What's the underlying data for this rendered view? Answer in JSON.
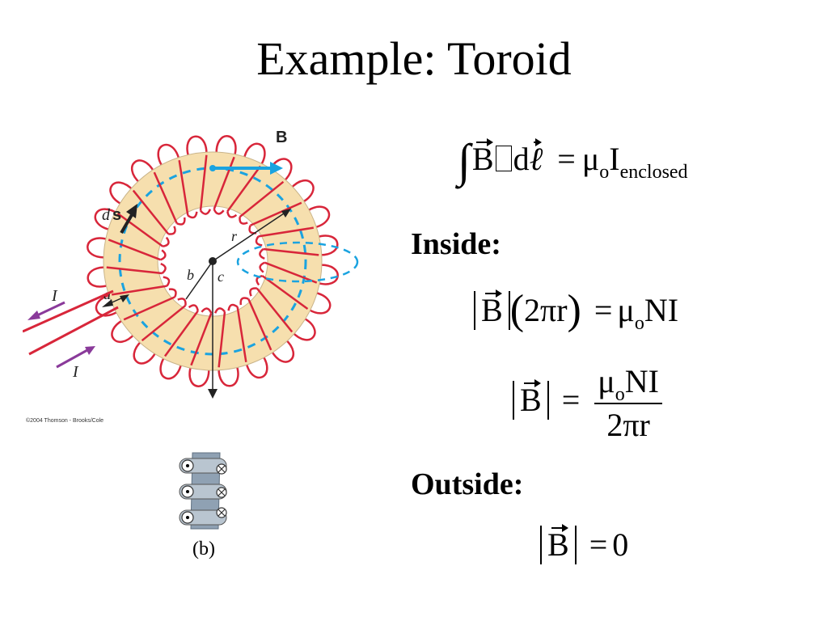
{
  "slide": {
    "title": "Example:  Toroid"
  },
  "figure_a": {
    "labels": {
      "B": "B",
      "ds_d": "d",
      "ds_s": "s",
      "r": "r",
      "a": "a",
      "b": "b",
      "c": "c",
      "I_in": "I",
      "I_out": "I"
    },
    "copyright": "©2004 Thomson - Brooks/Cole",
    "colors": {
      "core": "#f6dfae",
      "winding": "#d8263a",
      "field_line": "#1aa3e0",
      "current_arrow": "#8a3a9a"
    }
  },
  "figure_b": {
    "caption": "(b)"
  },
  "equations": {
    "ampere": {
      "lhs_B": "B",
      "lhs_d": "d",
      "lhs_l": "ℓ",
      "eq": "=",
      "mu": "μ",
      "mu_sub": "o",
      "I": "I",
      "I_sub": "enclosed"
    },
    "inside_heading": "Inside:",
    "inside_1": {
      "B": "B",
      "open": "(",
      "body": "2πr",
      "close": ")",
      "eq": "=",
      "mu": "μ",
      "mu_sub": "o",
      "rhs": "NI"
    },
    "inside_2": {
      "B": "B",
      "eq": "=",
      "num_mu": "μ",
      "num_sub": "o",
      "num_rest": "NI",
      "den": "2πr"
    },
    "outside_heading": "Outside:",
    "outside": {
      "B": "B",
      "eq": "=",
      "rhs": "0"
    }
  }
}
